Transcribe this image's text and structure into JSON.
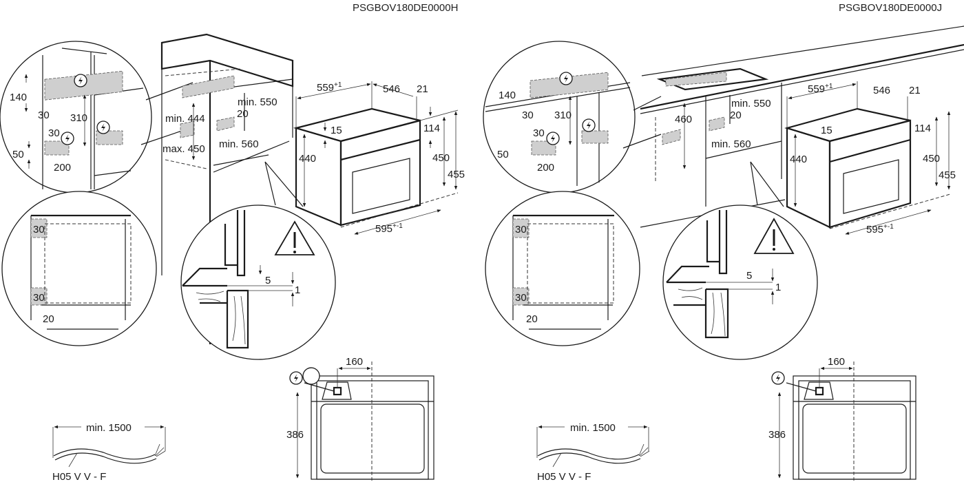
{
  "models": [
    {
      "code": "PSGBOV180DE0000H",
      "niche_detail": {
        "d140": "140",
        "d30a": "30",
        "d310": "310",
        "d30b": "30",
        "d50": "50",
        "d200": "200"
      },
      "cabinet": {
        "min444": "min. 444",
        "max450": "max. 450",
        "min550": "min. 550",
        "d20": "20",
        "min560": "min. 560"
      },
      "oven": {
        "w559": "559",
        "w559_tol": "+1",
        "d546": "546",
        "d21": "21",
        "d15": "15",
        "h114": "114",
        "h440": "440",
        "h450": "450",
        "h455": "455",
        "w595": "595",
        "w595_tol": "+-1"
      },
      "side_detail": {
        "g30a": "30",
        "g30b": "30",
        "g20": "20"
      },
      "gap_detail": {
        "d5": "5",
        "d1": "1"
      },
      "front_view": {
        "d160": "160",
        "d386": "386"
      },
      "cable": {
        "length": "min. 1500",
        "type": "H05 V V - F"
      }
    },
    {
      "code": "PSGBOV180DE0000J",
      "niche_detail": {
        "d140": "140",
        "d30a": "30",
        "d310": "310",
        "d30b": "30",
        "d50": "50",
        "d200": "200"
      },
      "cabinet": {
        "h460": "460",
        "min550": "min. 550",
        "d20": "20",
        "min560": "min. 560"
      },
      "oven": {
        "w559": "559",
        "w559_tol": "+1",
        "d546": "546",
        "d21": "21",
        "d15": "15",
        "h114": "114",
        "h440": "440",
        "h450": "450",
        "h455": "455",
        "w595": "595",
        "w595_tol": "+-1"
      },
      "side_detail": {
        "g30a": "30",
        "g30b": "30",
        "g20": "20"
      },
      "gap_detail": {
        "d5": "5",
        "d1": "1"
      },
      "front_view": {
        "d160": "160",
        "d386": "386"
      },
      "cable": {
        "length": "min. 1500",
        "type": "H05 V V - F"
      }
    }
  ],
  "icons": {
    "power": "lightning-bolt-in-circle",
    "warning": "exclamation-triangle"
  }
}
